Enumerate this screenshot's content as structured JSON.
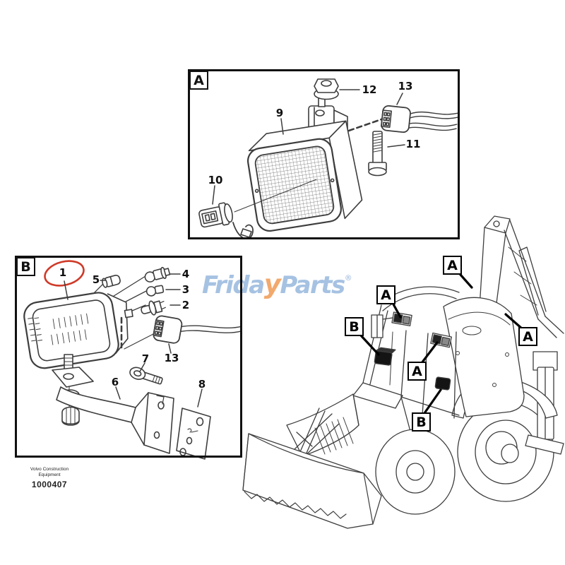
{
  "brand": {
    "part1": "Frida",
    "swoosh": "y",
    "part2": "Parts",
    "registered": "®"
  },
  "footer": {
    "company_line1": "Volvo Construction",
    "company_line2": "Equipment",
    "figure_number": "1000407"
  },
  "panel_a": {
    "label": "A",
    "part_9": "9",
    "part_10": "10",
    "part_11": "11",
    "part_12": "12",
    "part_13": "13"
  },
  "panel_b": {
    "label": "B",
    "part_1": "1",
    "part_2": "2",
    "part_3": "3",
    "part_4": "4",
    "part_5": "5",
    "part_6": "6",
    "part_7": "7",
    "part_8": "8",
    "part_13": "13"
  },
  "vehicle_callouts": {
    "roof": "A",
    "front": "A",
    "mirror": "B",
    "cab_side": "A",
    "fender": "B",
    "rear": "A"
  },
  "colors": {
    "line": "#444444",
    "frame": "#111111",
    "highlight_red": "#cf3a28",
    "logo_blue": "#a6c2e2",
    "logo_orange": "#f2a96d",
    "lamp_black": "#141414"
  }
}
